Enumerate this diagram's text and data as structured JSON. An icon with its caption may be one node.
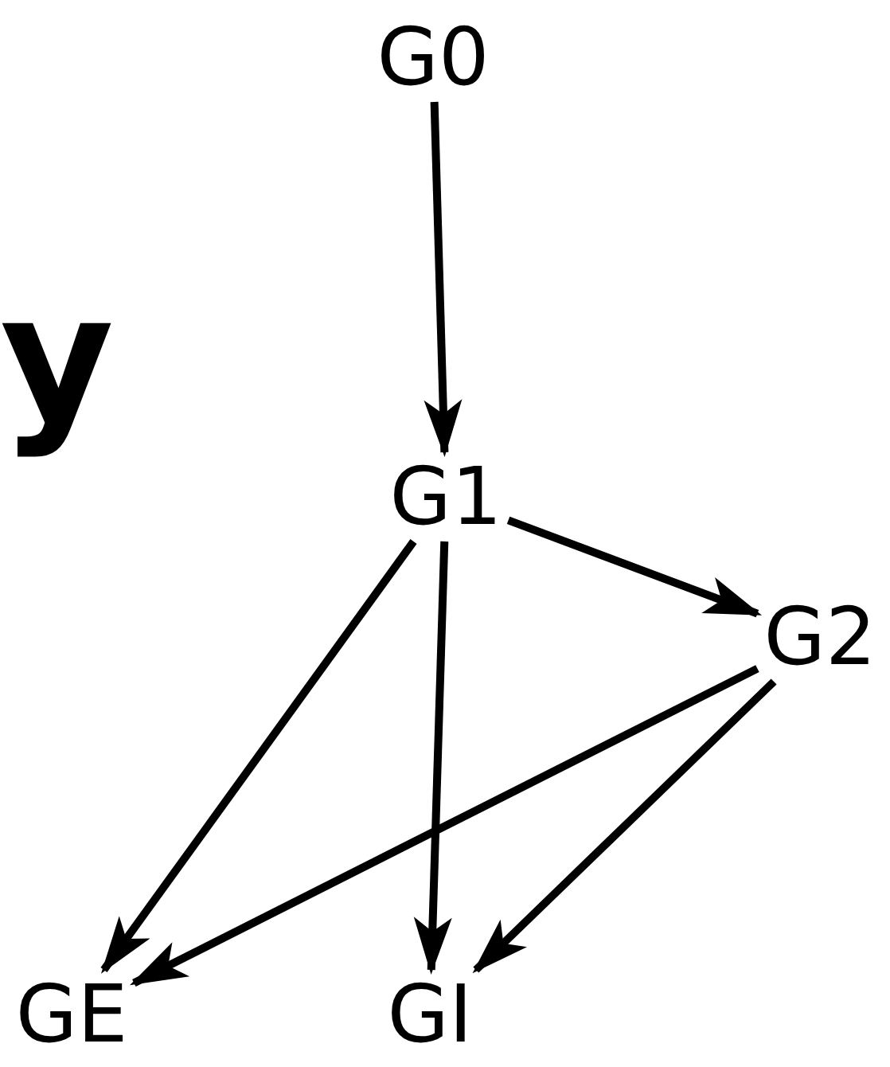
{
  "diagram": {
    "nodes": [
      {
        "text": [
          "G0"
        ]
      },
      {
        "text": [
          "G1"
        ]
      },
      {
        "text": [
          "G2"
        ]
      },
      {
        "text": [
          "GE"
        ]
      },
      {
        "text": [
          "GI"
        ]
      }
    ],
    "edges": [
      {
        "from": 0,
        "to": 1,
        "arrow": "to"
      },
      {
        "from": 1,
        "to": 2,
        "arrow": "to"
      },
      {
        "from": 1,
        "to": 3,
        "arrow": "to"
      },
      {
        "from": 1,
        "to": 4,
        "arrow": "to"
      },
      {
        "from": 2,
        "to": 3,
        "arrow": "to"
      },
      {
        "from": 2,
        "to": 4,
        "arrow": "to"
      }
    ],
    "labels": [
      "y"
    ]
  }
}
